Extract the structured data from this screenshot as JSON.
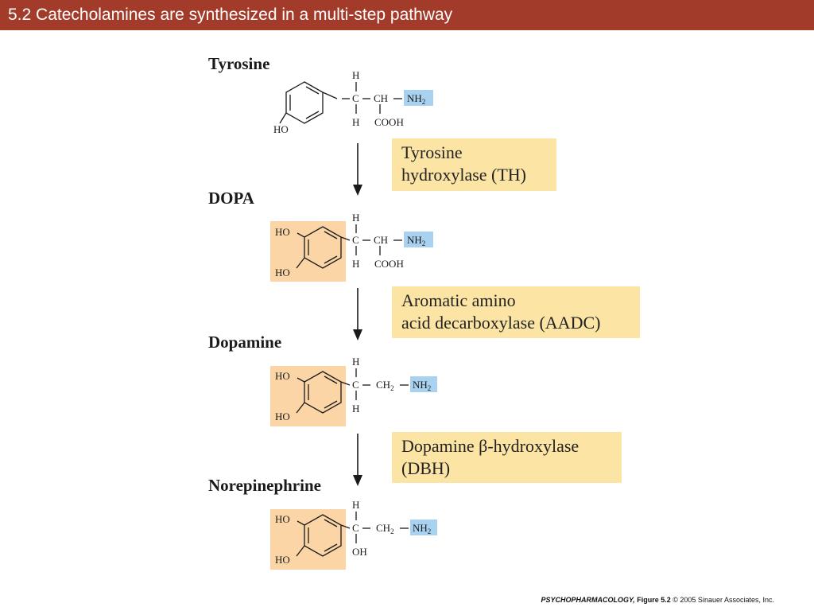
{
  "header": {
    "title": "5.2  Catecholamines are synthesized in a multi-step pathway"
  },
  "molecules": {
    "tyrosine": {
      "name": "Tyrosine",
      "ho": "HO",
      "h_top": "H",
      "c": "C",
      "ch": "CH",
      "nh2": "NH",
      "nh2_sub": "2",
      "h_bottom": "H",
      "cooh": "COOH"
    },
    "dopa": {
      "name": "DOPA",
      "ho_top": "HO",
      "ho_bottom": "HO",
      "h_top": "H",
      "c": "C",
      "ch": "CH",
      "nh2": "NH",
      "nh2_sub": "2",
      "h_bottom": "H",
      "cooh": "COOH"
    },
    "dopamine": {
      "name": "Dopamine",
      "ho_top": "HO",
      "ho_bottom": "HO",
      "h_top": "H",
      "c": "C",
      "ch2": "CH",
      "ch2_sub": "2",
      "nh2": "NH",
      "nh2_sub": "2",
      "h_bottom": "H"
    },
    "norepinephrine": {
      "name": "Norepinephrine",
      "ho_top": "HO",
      "ho_bottom": "HO",
      "h_top": "H",
      "c": "C",
      "ch2": "CH",
      "ch2_sub": "2",
      "nh2": "NH",
      "nh2_sub": "2",
      "oh": "OH"
    }
  },
  "enzymes": {
    "th": {
      "line1": "Tyrosine",
      "line2": "hydroxylase (TH)"
    },
    "aadc": {
      "line1": "Aromatic amino",
      "line2": "acid decarboxylase (AADC)"
    },
    "dbh": {
      "line1": "Dopamine β-hydroxylase",
      "line2": "(DBH)"
    }
  },
  "footer": {
    "book": "PSYCHOPHARMACOLOGY,",
    "figure": "Figure 5.2",
    "copyright": "© 2005 Sinauer Associates, Inc."
  },
  "colors": {
    "title_bar": "#a33b2a",
    "enzyme_highlight": "#fce5a4",
    "catechol_highlight": "#fbd5a5",
    "amine_highlight": "#a9d2f0"
  }
}
